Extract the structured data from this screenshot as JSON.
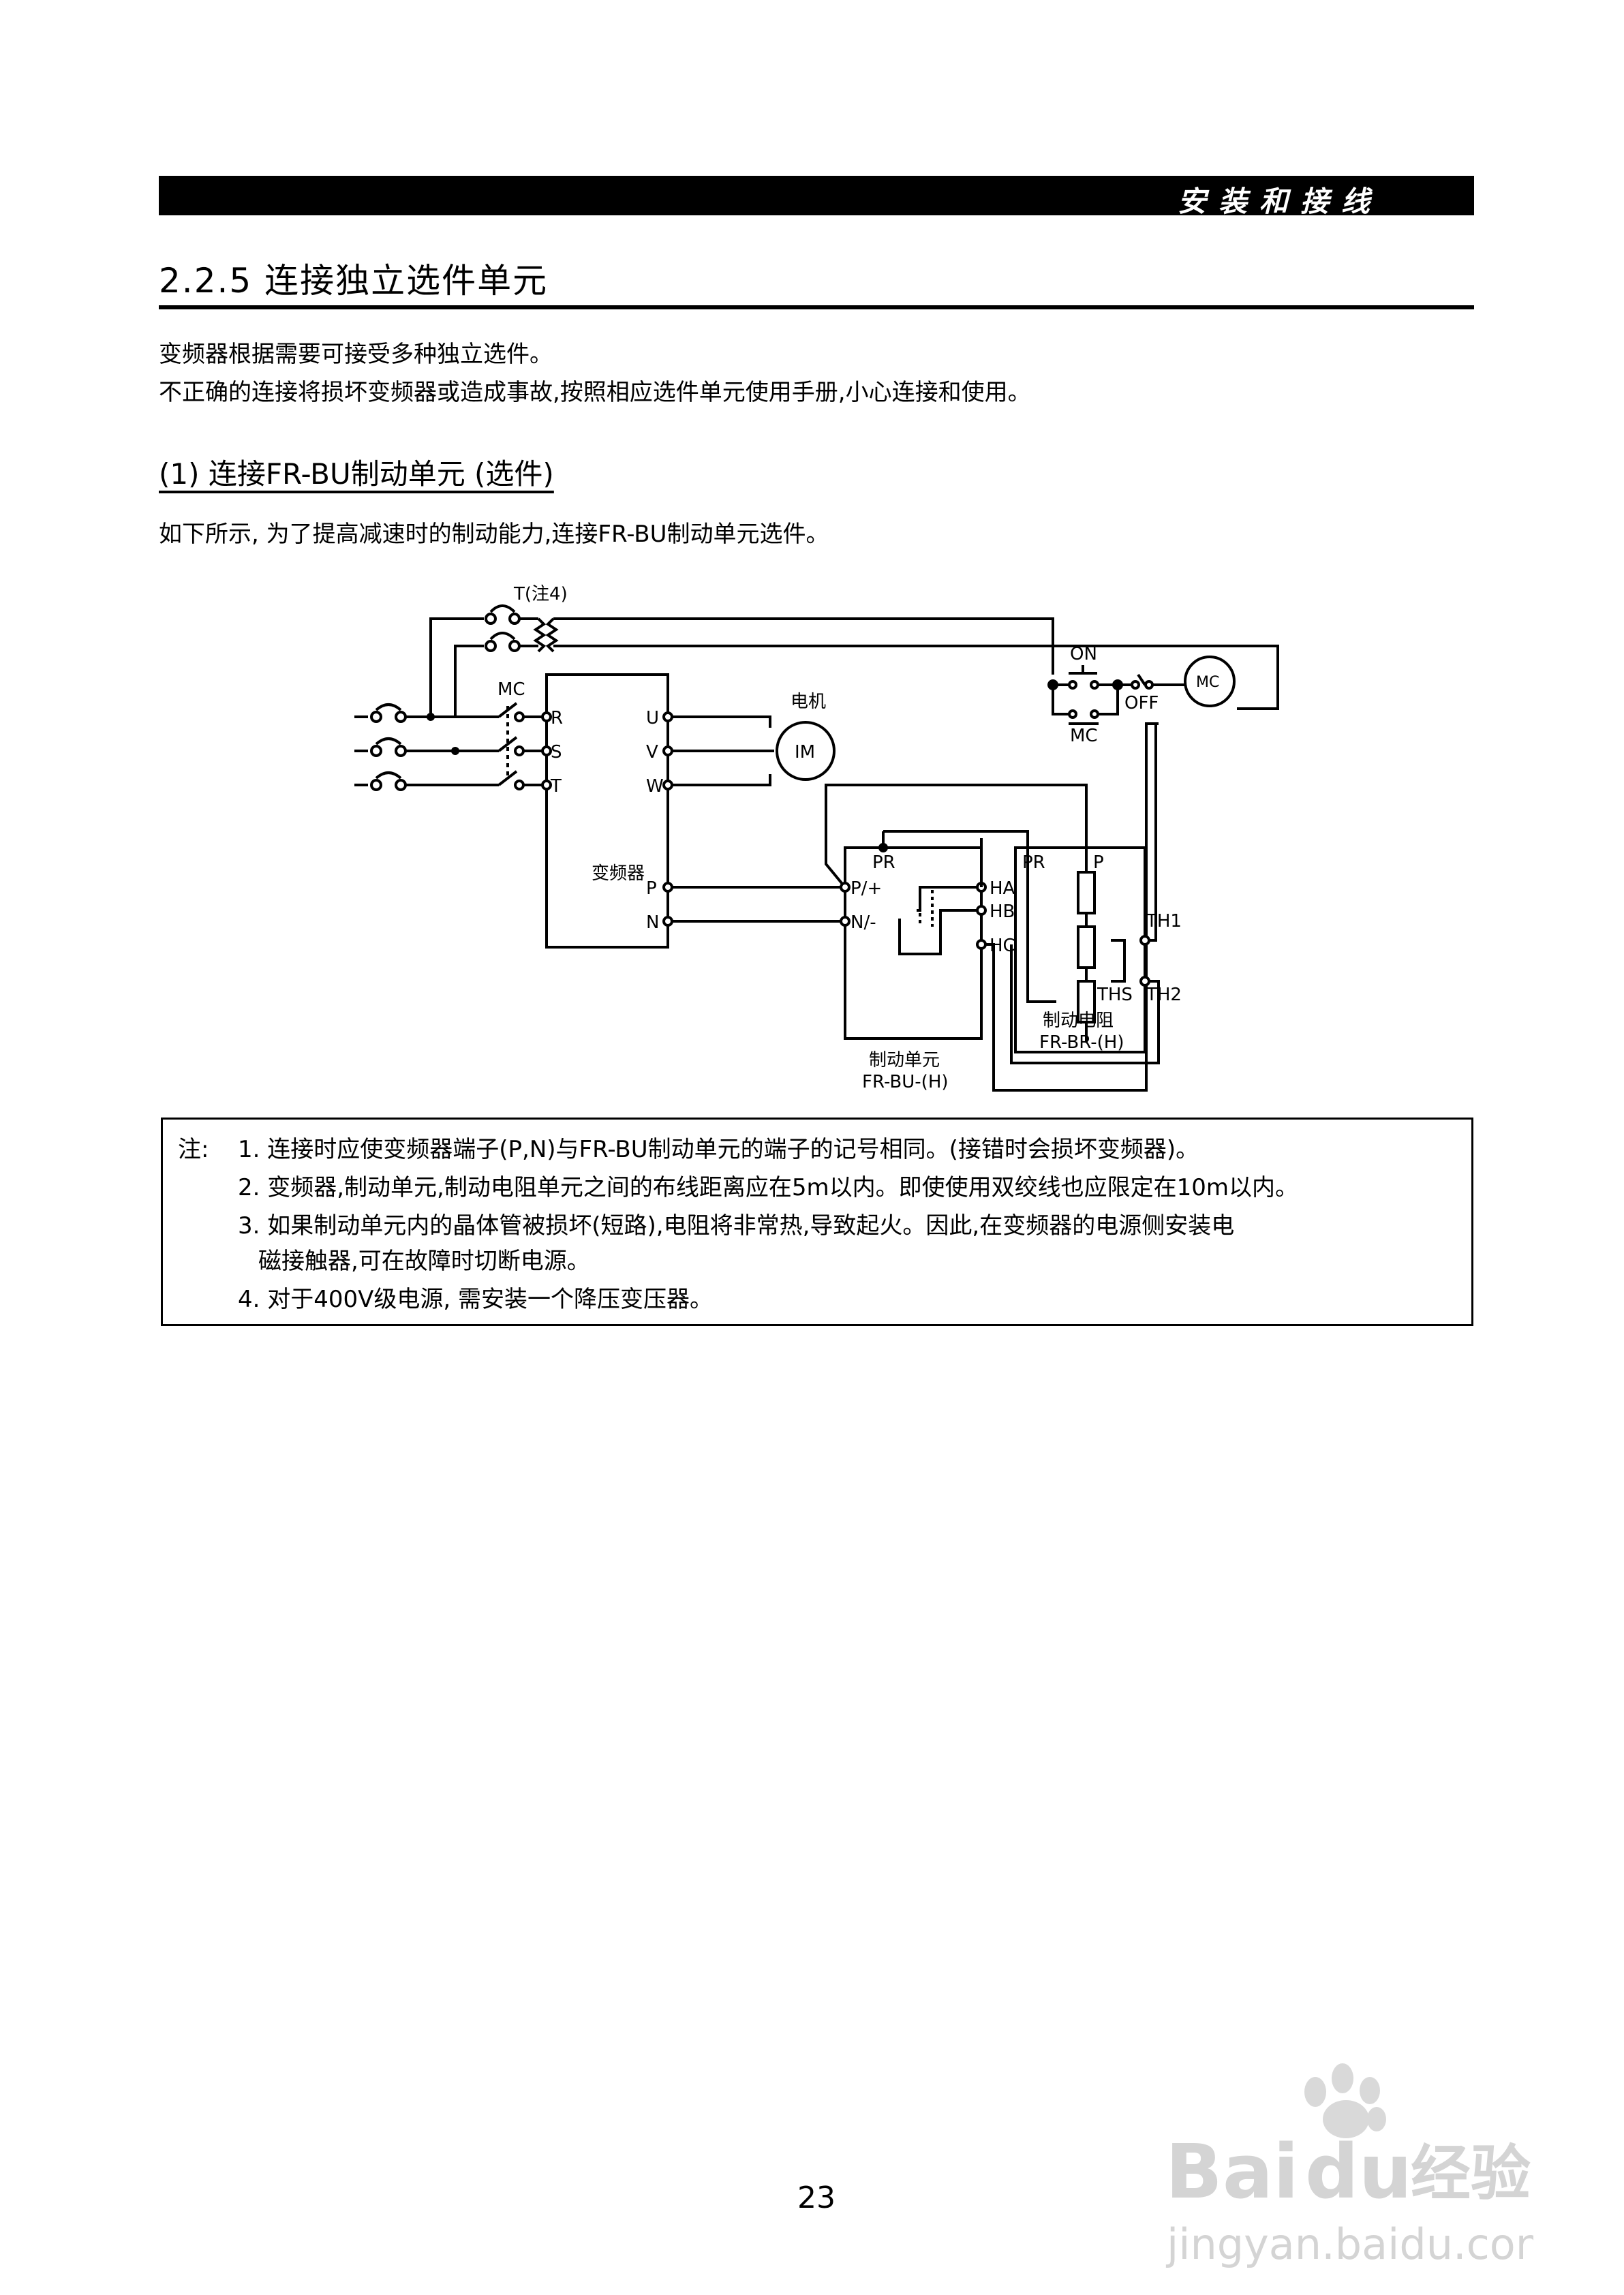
{
  "header": {
    "section_label": "安装和接线"
  },
  "section": {
    "title": "2.2.5 连接独立选件单元"
  },
  "intro": {
    "line1": "变频器根据需要可接受多种独立选件。",
    "line2": "不正确的连接将损坏变频器或造成事故,按照相应选件单元使用手册,小心连接和使用。"
  },
  "subsection": {
    "title": "(1) 连接FR-BU制动单元 (选件)",
    "description": "如下所示, 为了提高减速时的制动能力,连接FR-BU制动单元选件。"
  },
  "diagram": {
    "transformer_label": "T(注4)",
    "mc_label": "MC",
    "motor_label": "电机",
    "motor_symbol": "IM",
    "inverter_label": "变频器",
    "terminals_in": [
      "R",
      "S",
      "T"
    ],
    "terminals_out": [
      "U",
      "V",
      "W"
    ],
    "terminal_p": "P",
    "terminal_n": "N",
    "on_label": "ON",
    "off_label": "OFF",
    "mc_contact_label": "MC",
    "mc_coil_label": "MC",
    "bu_pr": "PR",
    "bu_p": "P/+",
    "bu_n": "N/-",
    "bu_ha": "HA",
    "bu_hb": "HB",
    "bu_hc": "HC",
    "br_pr": "PR",
    "br_p": "P",
    "br_th1": "TH1",
    "br_th2": "TH2",
    "br_ths": "THS",
    "br_name": "制动电阻",
    "br_model": "FR-BR-(H)",
    "bu_name": "制动单元",
    "bu_model": "FR-BU-(H)"
  },
  "notes": {
    "prefix": "注:",
    "items": [
      "1. 连接时应使变频器端子(P,N)与FR-BU制动单元的端子的记号相同。(接错时会损坏变频器)。",
      "2. 变频器,制动单元,制动电阻单元之间的布线距离应在5m以内。即使使用双绞线也应限定在10m以内。",
      "3. 如果制动单元内的晶体管被损坏(短路),电阻将非常热,导致起火。因此,在变频器的电源侧安装电",
      "磁接触器,可在故障时切断电源。",
      "4. 对于400V级电源, 需安装一个降压变压器。"
    ]
  },
  "page_number": "23",
  "watermark": {
    "brand": "Bai",
    "brand2": "du",
    "cn": "经验",
    "url": "jingyan.baidu.com"
  }
}
